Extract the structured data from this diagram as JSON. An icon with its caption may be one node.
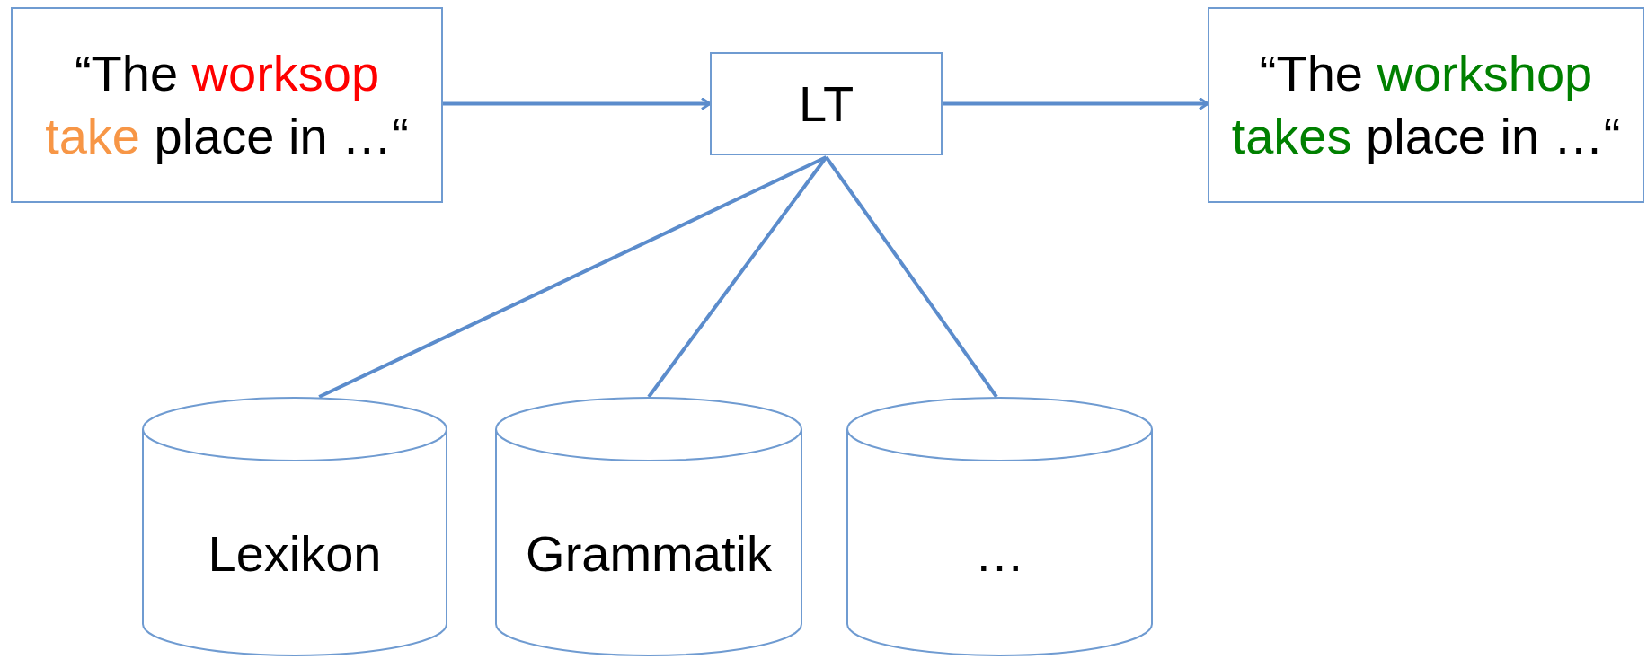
{
  "diagram": {
    "nodes": [
      {
        "text": [
          "“The worksop take place in …“"
        ]
      },
      {
        "text": [
          "LT"
        ]
      },
      {
        "text": [
          "“The workshop takes place in …“"
        ]
      },
      {
        "text": [
          "Lexikon"
        ]
      },
      {
        "text": [
          "Grammatik"
        ]
      },
      {
        "text": [
          "…"
        ]
      }
    ],
    "edges": [
      {
        "from": 0,
        "to": 1,
        "arrow": "to"
      },
      {
        "from": 1,
        "to": 2,
        "arrow": "to"
      },
      {
        "from": 1,
        "to": 3,
        "arrow": "none"
      },
      {
        "from": 1,
        "to": 4,
        "arrow": "none"
      },
      {
        "from": 1,
        "to": 5,
        "arrow": "none"
      }
    ]
  }
}
